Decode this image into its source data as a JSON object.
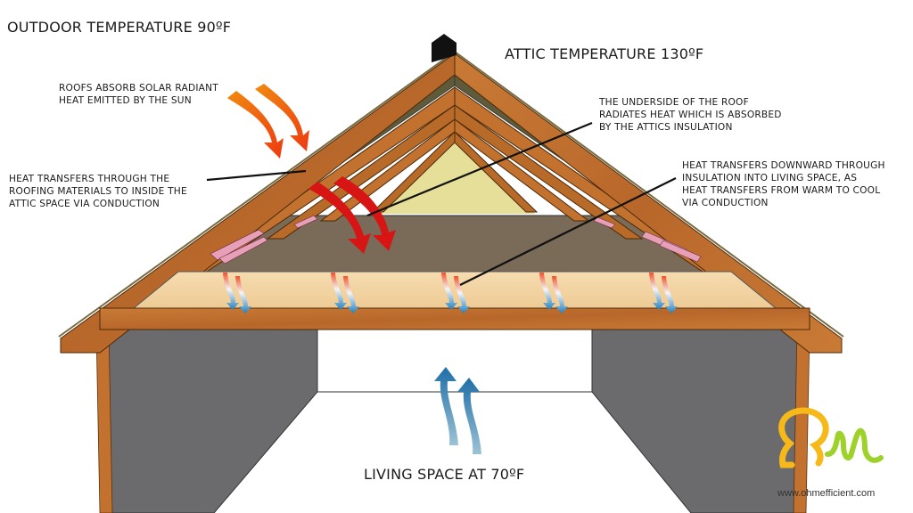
{
  "diagram": {
    "title_outdoor": "OUTDOOR TEMPERATURE 90ºF",
    "title_attic": "ATTIC TEMPERATURE 130ºF",
    "title_living": "LIVING SPACE AT 70ºF",
    "callouts": [
      {
        "id": "solar",
        "text": "ROOFS ABSORB SOLAR RADIANT\nHEAT EMITTED BY THE SUN"
      },
      {
        "id": "conduction-roof",
        "text": "HEAT TRANSFERS THROUGH THE\nROOFING MATERIALS TO INSIDE THE\nATTIC SPACE VIA CONDUCTION"
      },
      {
        "id": "radiate",
        "text": "THE UNDERSIDE OF THE ROOF\nRADIATES HEAT WHICH IS ABSORBED\nBY THE ATTICS INSULATION"
      },
      {
        "id": "downward",
        "text": "HEAT TRANSFERS DOWNWARD THROUGH\nINSULATION INTO LIVING SPACE, AS\nHEAT TRANSFERS FROM WARM TO COOL\nVIA CONDUCTION"
      }
    ],
    "icons": [
      "solar-heat-arrow-icon",
      "radiant-heat-arrow-icon",
      "conduction-arrow-icon",
      "rising-cool-air-arrow-icon",
      "chimney-icon"
    ],
    "colors": {
      "wood": "#c2722e",
      "wood_dark": "#8a4a18",
      "sheathing": "#5e5a3a",
      "attic_floor": "#7a6a58",
      "insulation": "#f3d7a8",
      "gable": "#e6df9a",
      "wall": "#6b6b6d",
      "solar_arrow": "#ef7a10",
      "radiant_arrow": "#d81515",
      "cool_arrow": "#2a7fb0",
      "logo_yellow": "#f7b81a",
      "logo_green": "#9ed12a"
    }
  },
  "logo": {
    "url": "www.ohmefficient.com"
  }
}
